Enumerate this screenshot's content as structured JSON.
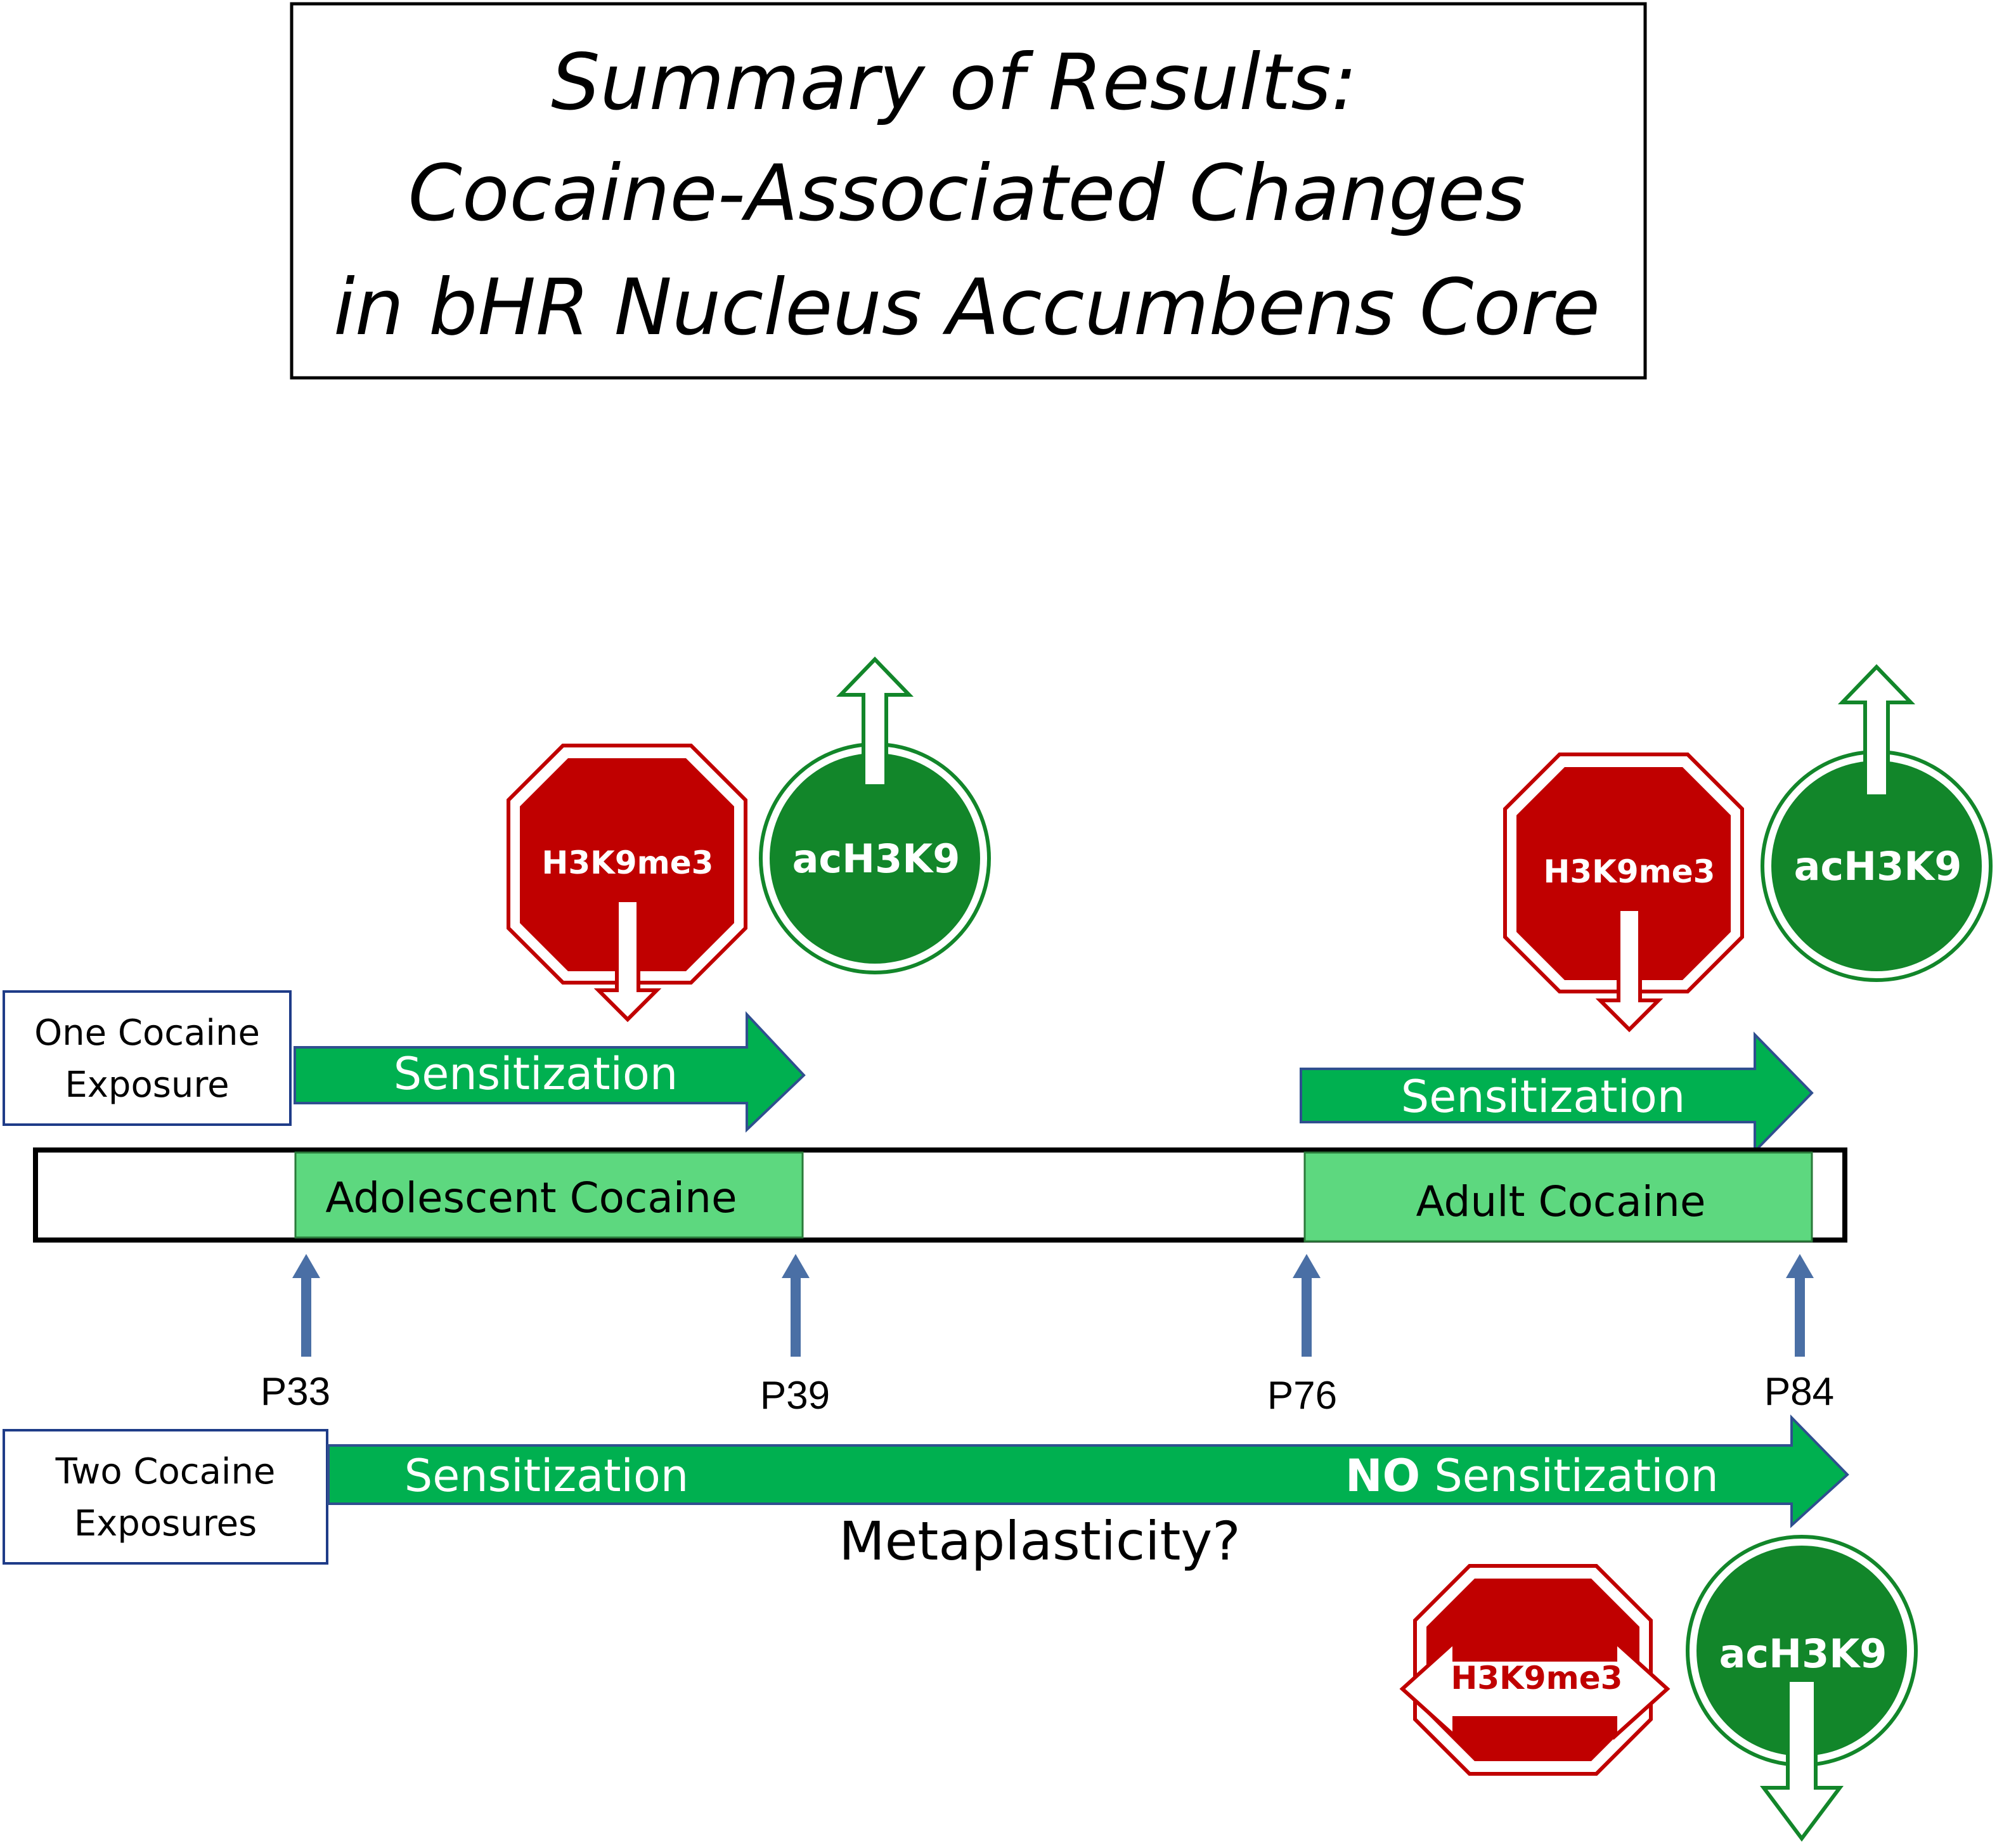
{
  "title": {
    "line1": "Summary of Results:",
    "line2": "Cocaine-Associated Changes",
    "line3": "in bHR Nucleus Accumbens Core"
  },
  "groups": {
    "one": {
      "line1": "One Cocaine",
      "line2": "Exposure"
    },
    "two": {
      "line1": "Two Cocaine",
      "line2": "Exposures"
    }
  },
  "arrows": {
    "one_adolescent": "Sensitization",
    "one_adult": "Sensitization",
    "two_adolescent": "Sensitization",
    "two_adult_prefix": "NO",
    "two_adult_suffix": " Sensitization"
  },
  "periods": {
    "adolescent": "Adolescent Cocaine",
    "adult": "Adult Cocaine"
  },
  "ticks": [
    "P33",
    "P39",
    "P76",
    "P84"
  ],
  "markers": {
    "stop_label": "H3K9me3",
    "circle_label": "acH3K9"
  },
  "question": "Metaplasticity?",
  "colors": {
    "green_arrow": "#00b050",
    "period_fill": "#5dd87f",
    "stop_red": "#c00000",
    "circle_green": "#12862a",
    "tick_blue": "#4a6fa5",
    "box_border": "#1f3c88"
  }
}
